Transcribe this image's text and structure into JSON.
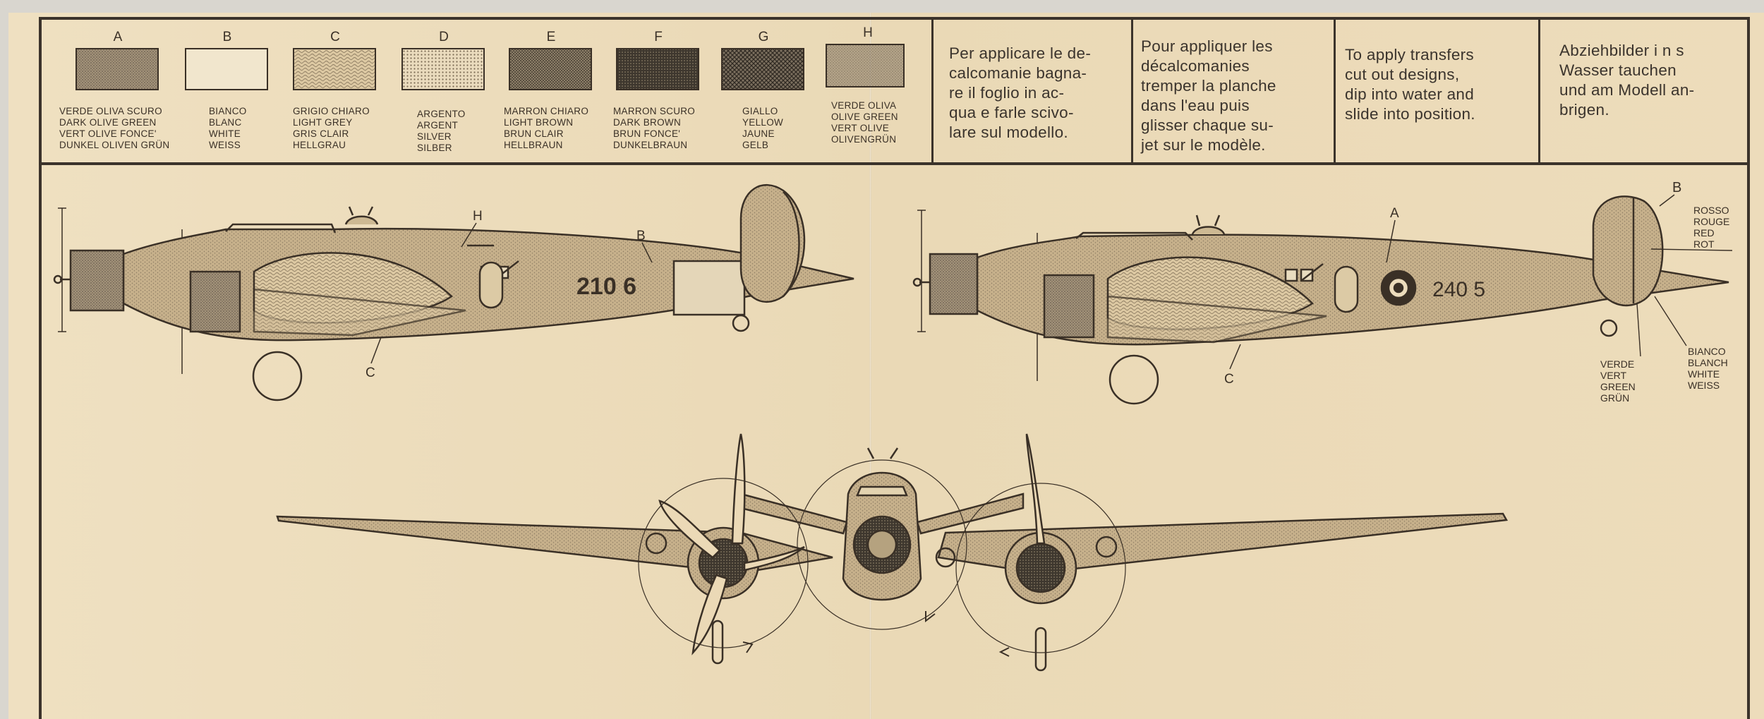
{
  "swatches": [
    {
      "letter": "A",
      "fill": "#9b8c6e",
      "pattern": "dense",
      "names": [
        "VERDE OLIVA SCURO",
        "DARK OLIVE GREEN",
        "VERT OLIVE FONCE'",
        "DUNKEL OLIVEN GRÜN"
      ]
    },
    {
      "letter": "B",
      "fill": "#f4e9d2",
      "pattern": "none",
      "names": [
        "BIANCO",
        "BLANC",
        "WHITE",
        "WEISS"
      ]
    },
    {
      "letter": "C",
      "fill": "#d7c29b",
      "pattern": "wave",
      "names": [
        "GRIGIO CHIARO",
        "LIGHT GREY",
        "GRIS CLAIR",
        "HELLGRAU"
      ]
    },
    {
      "letter": "D",
      "fill": "#e6d5b3",
      "pattern": "dots",
      "names": [
        "ARGENTO",
        "ARGENT",
        "SILVER",
        "SILBER"
      ]
    },
    {
      "letter": "E",
      "fill": "#8c7e66",
      "pattern": "mesh",
      "names": [
        "MARRON CHIARO",
        "LIGHT BROWN",
        "BRUN CLAIR",
        "HELLBRAUN"
      ]
    },
    {
      "letter": "F",
      "fill": "#5f564a",
      "pattern": "grid",
      "names": [
        "MARRON SCURO",
        "DARK BROWN",
        "BRUN FONCE'",
        "DUNKELBRAUN"
      ]
    },
    {
      "letter": "G",
      "fill": "#6b6152",
      "pattern": "cross",
      "names": [
        "GIALLO",
        "YELLOW",
        "JAUNE",
        "GELB"
      ]
    },
    {
      "letter": "H",
      "fill": "#b4a284",
      "pattern": "dense",
      "names": [
        "VERDE OLIVA",
        "OLIVE GREEN",
        "VERT OLIVE",
        "OLIVENGRÜN"
      ]
    }
  ],
  "instructions": {
    "italian": [
      "Per applicare le de-",
      "calcomanie bagna-",
      "re il foglio in ac-",
      "qua e farle scivo-",
      "lare sul modello."
    ],
    "french": [
      "Pour appliquer les",
      "décalcomanies",
      "tremper la planche",
      "dans  l'eau  puis",
      "glisser chaque su-",
      "jet sur le modèle."
    ],
    "english": [
      "To apply transfers",
      "cut  out  designs,",
      "dip into water and",
      "slide into position."
    ],
    "german": [
      "Abziehbilder  i n s",
      "Wasser    tauchen",
      "und am Modell an-",
      "brigen."
    ]
  },
  "left_plane": {
    "code": "210 6",
    "labels": {
      "h": "H",
      "b": "B",
      "c": "C"
    }
  },
  "right_plane": {
    "code": "240 5",
    "labels": {
      "a": "A",
      "b": "B",
      "c": "C"
    },
    "rudder_colors": [
      "ROSSO",
      "ROUGE",
      "RED",
      "ROT"
    ],
    "green_colors": [
      "VERDE",
      "VERT",
      "GREEN",
      "GRÜN"
    ],
    "white_colors": [
      "BIANCO",
      "BLANCH",
      "WHITE",
      "WEISS"
    ]
  }
}
